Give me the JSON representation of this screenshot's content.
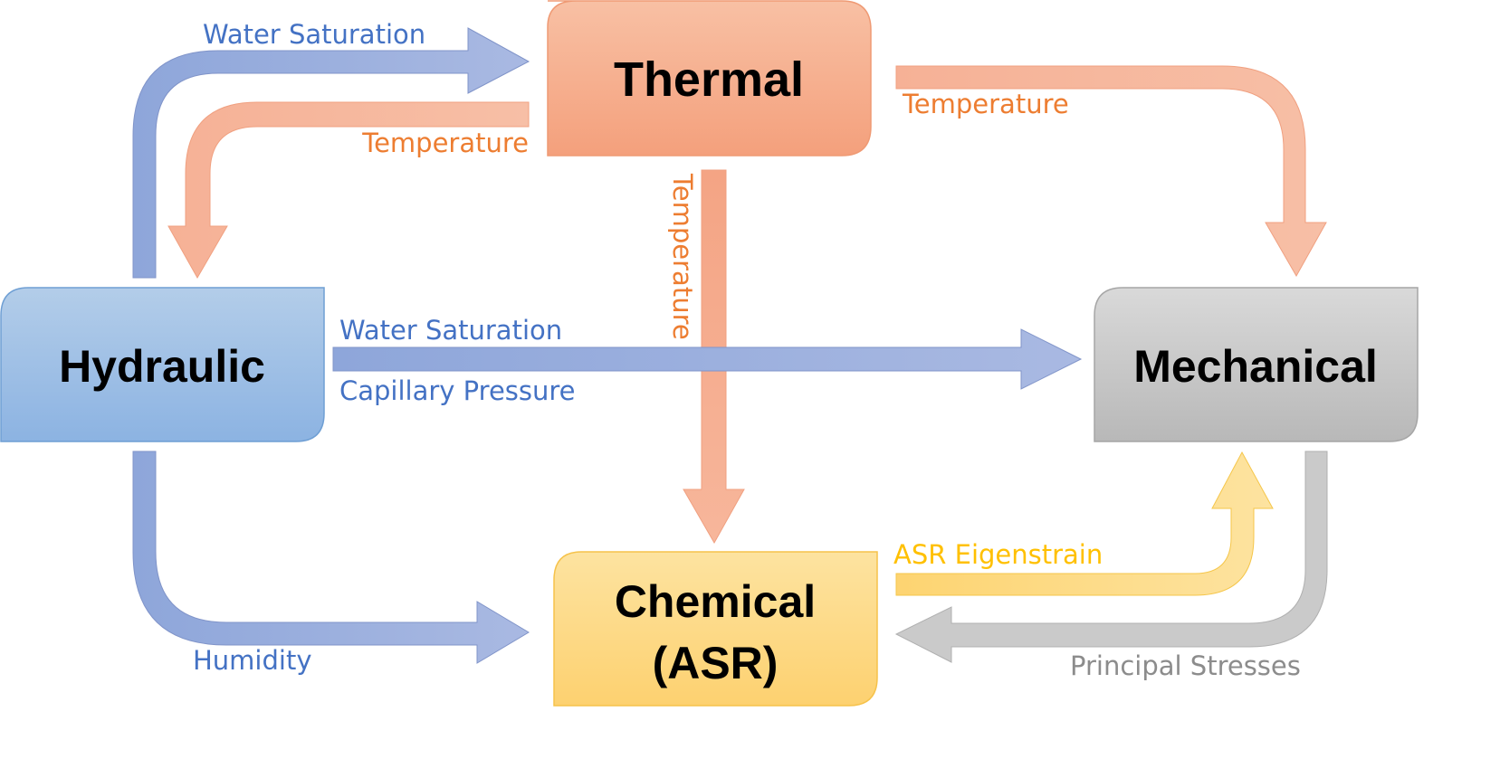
{
  "nodes": {
    "thermal": {
      "label": "Thermal"
    },
    "hydraulic": {
      "label": "Hydraulic"
    },
    "mechanical": {
      "label": "Mechanical"
    },
    "chemical": {
      "line1": "Chemical",
      "line2": "(ASR)"
    }
  },
  "flows": {
    "hydraulic_to_thermal": "Water Saturation",
    "thermal_to_hydraulic": "Temperature",
    "thermal_to_mechanical": "Temperature",
    "thermal_to_chemical": "Temperature",
    "hydraulic_to_mechanical_1": "Water Saturation",
    "hydraulic_to_mechanical_2": "Capillary Pressure",
    "hydraulic_to_chemical": "Humidity",
    "chemical_to_mechanical": "ASR Eigenstrain",
    "mechanical_to_chemical": "Principal Stresses"
  },
  "colors": {
    "thermal": "#f4a582",
    "hydraulic": "#8eb4e3",
    "mechanical": "#bfbfbf",
    "chemical": "#fdd270",
    "blue_text": "#4472c4",
    "orange_text": "#ed7d31",
    "yellow_text": "#ffc000",
    "gray_text": "#8c8c8c"
  }
}
